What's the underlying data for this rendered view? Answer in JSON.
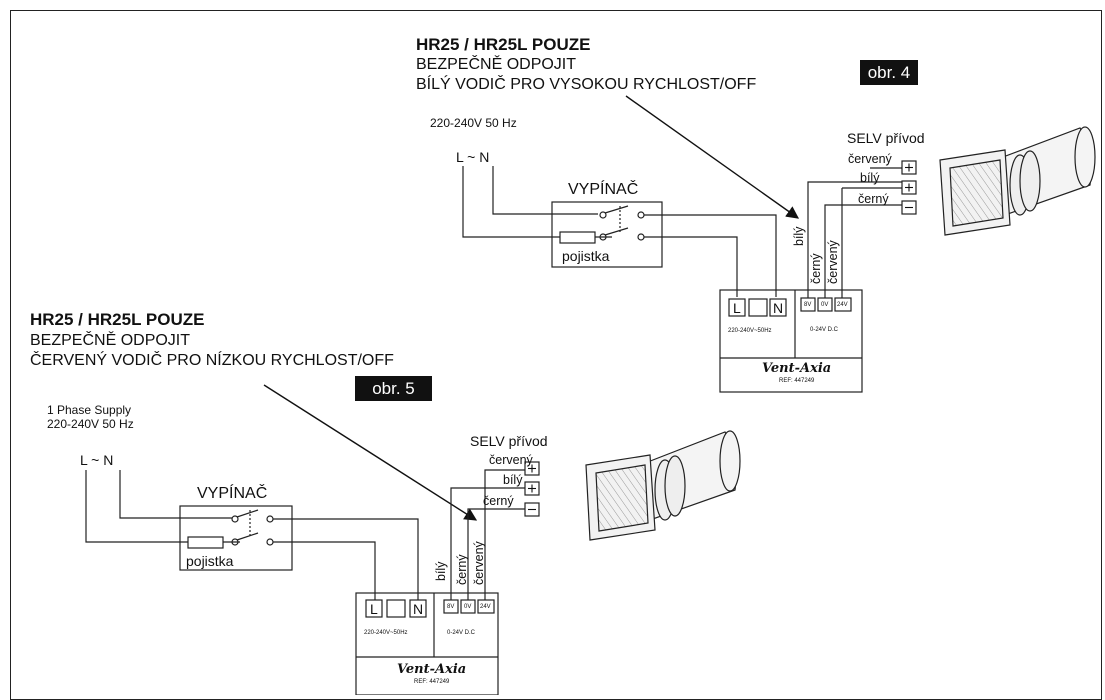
{
  "fig4": {
    "heading": "HR25 / HR25L POUZE",
    "line1": "BEZPEČNĚ ODPOJIT",
    "line2": "BÍLÝ VODIČ PRO VYSOKOU RYCHLOST/OFF",
    "badge": "obr. 4",
    "supply_voltage": "220-240V 50 Hz",
    "l_n": "L ~ N",
    "switch_label": "VYPÍNAČ",
    "fuse_label": "pojistka",
    "selv_label": "SELV přívod",
    "wire_red": "červený",
    "wire_white": "bílý",
    "wire_black": "černý",
    "vert_white": "bílý",
    "vert_black": "černý",
    "vert_red": "červený",
    "term_l": "L",
    "term_n": "N",
    "term_8v": "8V",
    "term_0v": "0V",
    "term_24v": "24V",
    "mains_rating": "220-240V~50Hz",
    "dc_rating": "0-24V D.C",
    "brand": "Vent-Axia",
    "ref": "REF: 447249"
  },
  "fig5": {
    "heading": "HR25 / HR25L POUZE",
    "line1": "BEZPEČNĚ ODPOJIT",
    "line2": "ČERVENÝ VODIČ PRO NÍZKOU RYCHLOST/OFF",
    "badge": "obr. 5",
    "supply_phase": "1 Phase Supply",
    "supply_voltage": "220-240V 50 Hz",
    "l_n": "L ~ N",
    "switch_label": "VYPÍNAČ",
    "fuse_label": "pojistka",
    "selv_label": "SELV přívod",
    "wire_red": "červený",
    "wire_white": "bílý",
    "wire_black": "černý",
    "vert_white": "bílý",
    "vert_black": "černý",
    "vert_red": "červený",
    "term_l": "L",
    "term_n": "N",
    "term_8v": "8V",
    "term_0v": "0V",
    "term_24v": "24V",
    "mains_rating": "220-240V~50Hz",
    "dc_rating": "0-24V D.C",
    "brand": "Vent-Axia",
    "ref": "REF: 447249"
  },
  "icons": [
    "plus-icon",
    "minus-icon",
    "fan-unit-illustration"
  ],
  "colors": {
    "ink": "#111111",
    "badge_bg": "#111111",
    "badge_text": "#ffffff",
    "fan_fill": "#f2f2f2"
  }
}
